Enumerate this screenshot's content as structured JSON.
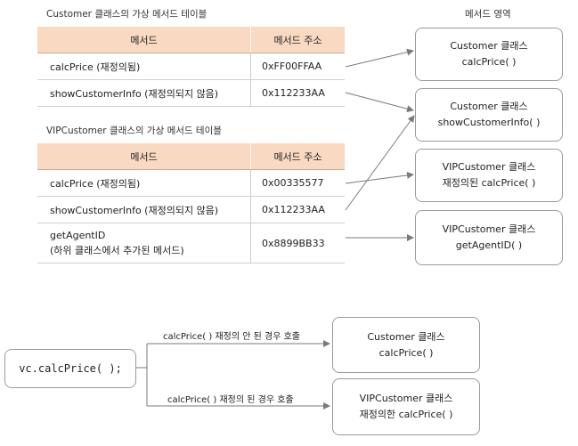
{
  "table1": {
    "caption": "Customer 클래스의 가상 메서드 테이블",
    "headers": [
      "메서드",
      "메서드 주소"
    ],
    "rows": [
      {
        "method": "calcPrice (재정의됨)",
        "address": "0xFF00FFAA"
      },
      {
        "method": "showCustomerInfo (재정의되지 않음)",
        "address": "0x112233AA"
      }
    ]
  },
  "table2": {
    "caption": "VIPCustomer 클래스의 가상 메서드 테이블",
    "headers": [
      "메서드",
      "메서드 주소"
    ],
    "rows": [
      {
        "method": "calcPrice (재정의됨)",
        "address": "0x00335577"
      },
      {
        "method": "showCustomerInfo (재정의되지 않음)",
        "address": "0x112233AA"
      },
      {
        "method_line1": "getAgentID",
        "method_line2": "(하위 클래스에서 추가된 메서드)",
        "address": "0x8899BB33"
      }
    ]
  },
  "method_area": {
    "title": "메서드 영역",
    "boxes": [
      {
        "line1": "Customer 클래스",
        "line2": "calcPrice( )"
      },
      {
        "line1": "Customer 클래스",
        "line2": "showCustomerInfo( )"
      },
      {
        "line1": "VIPCustomer 클래스",
        "line2": "재정의된 calcPrice( )"
      },
      {
        "line1": "VIPCustomer 클래스",
        "line2": "getAgentID( )"
      }
    ]
  },
  "call_diagram": {
    "code": "vc.calcPrice( );",
    "branch_top_label": "calcPrice( ) 재정의 안 된 경우 호출",
    "branch_bottom_label": "calcPrice( ) 재정의 된 경우 호출",
    "box_top": {
      "line1": "Customer 클래스",
      "line2": "calcPrice( )"
    },
    "box_bottom": {
      "line1": "VIPCustomer 클래스",
      "line2": "재정의한 calcPrice( )"
    }
  }
}
